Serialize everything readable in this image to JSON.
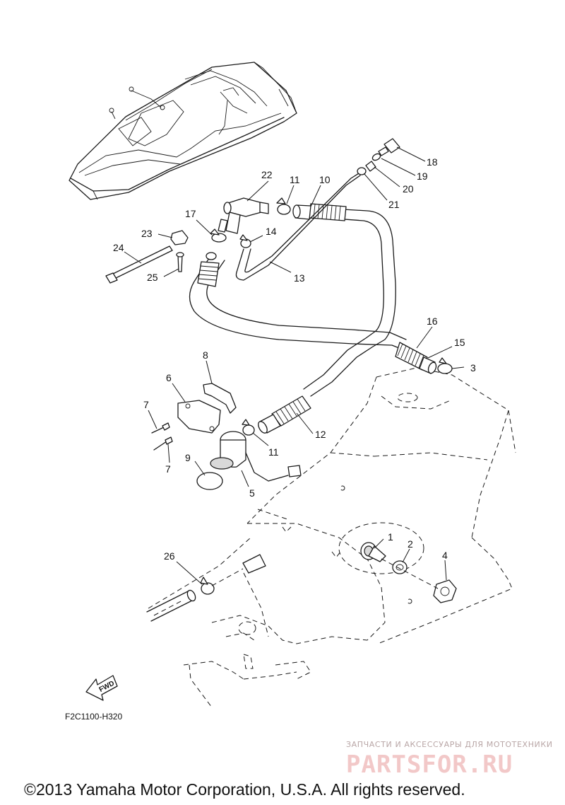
{
  "diagram": {
    "code": "F2C1100-H320",
    "fwd_label": "FWD",
    "copyright": "©2013 Yamaha Motor Corporation, U.S.A. All rights reserved.",
    "watermark": {
      "tagline": "ЗАПЧАСТИ И АКСЕССУАРЫ ДЛЯ МОТОТЕХНИКИ",
      "brand": "PARTSFOR.RU"
    },
    "callouts": [
      {
        "id": "c1",
        "label": "1"
      },
      {
        "id": "c2",
        "label": "2"
      },
      {
        "id": "c3",
        "label": "3"
      },
      {
        "id": "c4",
        "label": "4"
      },
      {
        "id": "c5",
        "label": "5"
      },
      {
        "id": "c6",
        "label": "6"
      },
      {
        "id": "c7a",
        "label": "7"
      },
      {
        "id": "c7b",
        "label": "7"
      },
      {
        "id": "c8",
        "label": "8"
      },
      {
        "id": "c9",
        "label": "9"
      },
      {
        "id": "c10",
        "label": "10"
      },
      {
        "id": "c11a",
        "label": "11"
      },
      {
        "id": "c11b",
        "label": "11"
      },
      {
        "id": "c12",
        "label": "12"
      },
      {
        "id": "c13",
        "label": "13"
      },
      {
        "id": "c14",
        "label": "14"
      },
      {
        "id": "c15",
        "label": "15"
      },
      {
        "id": "c16",
        "label": "16"
      },
      {
        "id": "c17",
        "label": "17"
      },
      {
        "id": "c18",
        "label": "18"
      },
      {
        "id": "c19",
        "label": "19"
      },
      {
        "id": "c20",
        "label": "20"
      },
      {
        "id": "c21",
        "label": "21"
      },
      {
        "id": "c22",
        "label": "22"
      },
      {
        "id": "c23",
        "label": "23"
      },
      {
        "id": "c24",
        "label": "24"
      },
      {
        "id": "c25",
        "label": "25"
      },
      {
        "id": "c26",
        "label": "26"
      }
    ]
  }
}
